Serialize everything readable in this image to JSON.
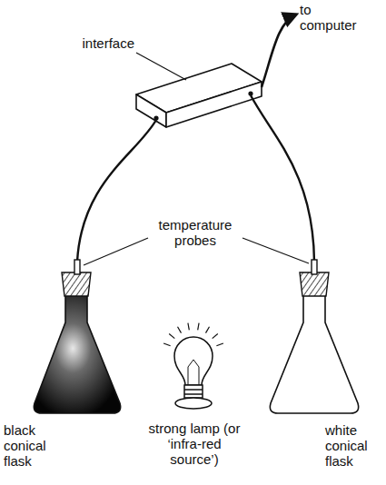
{
  "diagram": {
    "labels": [
      "interface",
      "to computer",
      "temperature probes",
      "black conical flask",
      "strong lamp (or ‘infra-red source’)",
      "white conical flask"
    ]
  }
}
